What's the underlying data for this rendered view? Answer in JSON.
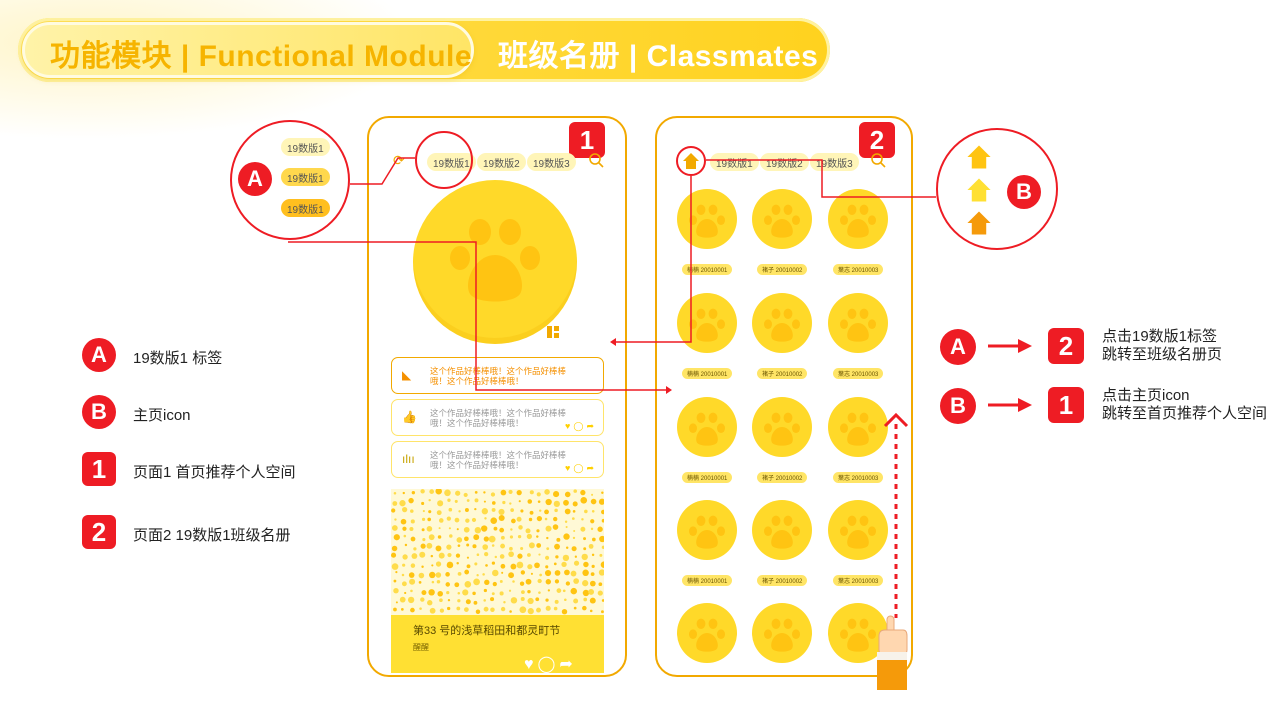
{
  "header": {
    "left_title": "功能模块 | Functional Module",
    "right_title": "班级名册 | Classmates"
  },
  "phone1": {
    "badge": "1",
    "tabs": [
      "19数版1",
      "19数版2",
      "19数版3"
    ],
    "cards": [
      {
        "text": "这个作品好棒棒哦！这个作品好棒棒哦！这个作品好棒棒哦！",
        "highlight": true
      },
      {
        "text": "这个作品好棒棒哦！这个作品好棒棒哦！这个作品好棒棒哦！",
        "highlight": false
      },
      {
        "text": "这个作品好棒棒哦！这个作品好棒棒哦！这个作品好棒棒哦！",
        "highlight": false
      }
    ],
    "story_title": "第33 号的浅草稻田和都灵町节",
    "story_author": "醒醒"
  },
  "phone2": {
    "badge": "2",
    "tabs": [
      "19数版1",
      "19数版2",
      "19数版3"
    ],
    "labels": [
      "楠楠 20010001",
      "褚子 20010002",
      "葉志 20010003"
    ]
  },
  "callout_a": {
    "badge": "A",
    "tags": [
      "19数版1",
      "19数版1",
      "19数版1"
    ]
  },
  "callout_b": {
    "badge": "B"
  },
  "legend": [
    {
      "badge": "A",
      "text": "19数版1 标签"
    },
    {
      "badge": "B",
      "text": "主页icon"
    },
    {
      "badge": "1",
      "text": "页面1 首页推荐个人空间"
    },
    {
      "badge": "2",
      "text": "页面2 19数版1班级名册"
    }
  ],
  "flows": [
    {
      "from": "A",
      "to": "2",
      "line1": "点击19数版1标签",
      "line2": "跳转至班级名册页"
    },
    {
      "from": "B",
      "to": "1",
      "line1": "点击主页icon",
      "line2": "跳转至首页推荐个人空间"
    }
  ],
  "colors": {
    "accent": "#ee1c24",
    "yellow": "#ffd929",
    "orange": "#f2a900"
  }
}
